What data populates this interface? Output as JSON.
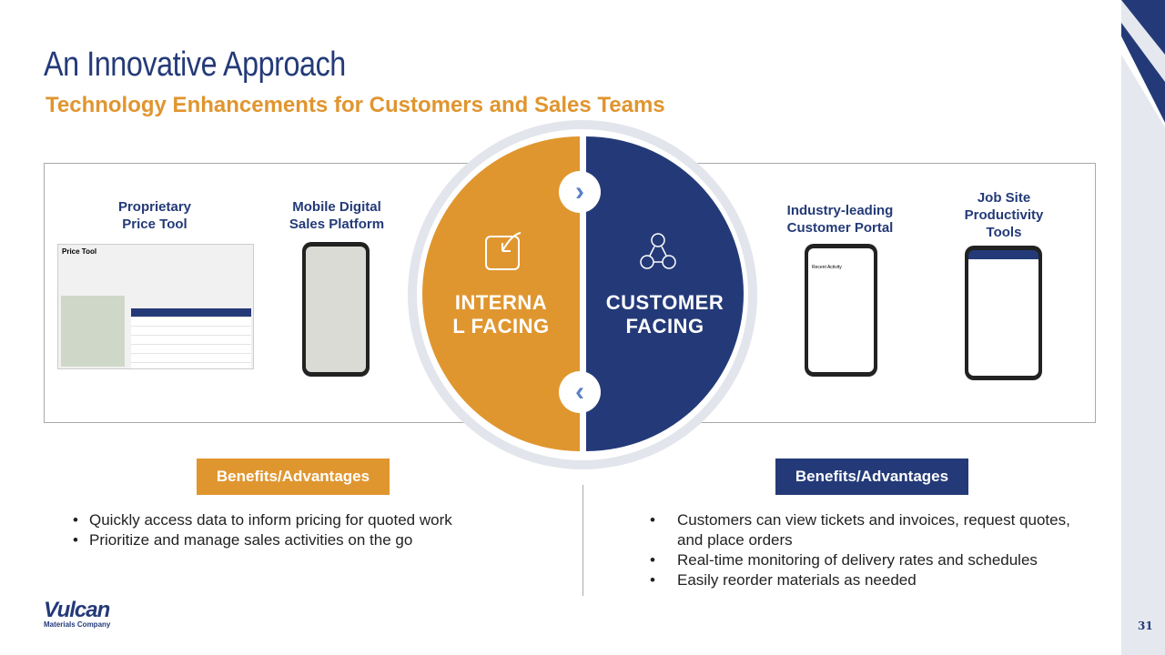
{
  "title": "An Innovative Approach",
  "subtitle": "Technology Enhancements for Customers and Sales Teams",
  "tools": [
    {
      "label": "Proprietary\nPrice Tool",
      "screen_title": "Price Tool"
    },
    {
      "label": "Mobile Digital\nSales Platform"
    },
    {
      "label": "Industry-leading\nCustomer Portal",
      "screen_title": "Recent Activity"
    },
    {
      "label": "Job Site\nProductivity\nTools"
    }
  ],
  "internal": {
    "label_line1": "INTERNA",
    "label_line2": "L FACING",
    "icon": "arrow-into-box-icon"
  },
  "customer": {
    "label_line1": "CUSTOMER",
    "label_line2": "FACING",
    "icon": "people-network-icon"
  },
  "left_benefits": {
    "header": "Benefits/Advantages",
    "items": [
      "Quickly access data to inform pricing for quoted work",
      "Prioritize and manage sales activities on the go"
    ]
  },
  "right_benefits": {
    "header": "Benefits/Advantages",
    "items": [
      "Customers can view tickets and invoices, request quotes, and place orders",
      "Real-time monitoring of delivery rates and schedules",
      "Easily reorder materials as needed"
    ]
  },
  "logo": {
    "name": "Vulcan",
    "tagline": "Materials Company"
  },
  "page_number": "31",
  "colors": {
    "navy": "#243a78",
    "orange": "#e0962f"
  }
}
